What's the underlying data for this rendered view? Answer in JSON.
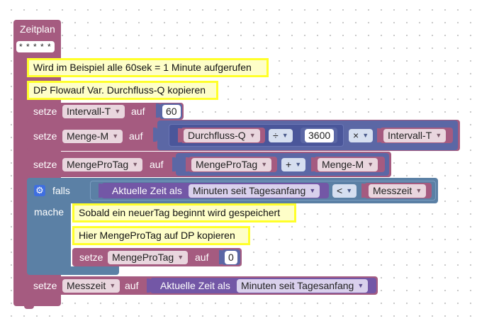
{
  "program": {
    "title": "Zeitplan",
    "schedule": "* * * * *"
  },
  "comments": {
    "c1": "Wird im Beispiel alle 60sek = 1 Minute aufgerufen",
    "c2": "DP Flowauf Var. Durchfluss-Q kopieren",
    "c3": "Sobald ein neuerTag beginnt wird gespeichert",
    "c4": "Hier MengeProTag auf DP kopieren"
  },
  "statements": {
    "s1": {
      "set_label": "setze",
      "var": "Intervall-T",
      "to_label": "auf",
      "value": "60"
    },
    "s2": {
      "set_label": "setze",
      "var": "Menge-M",
      "to_label": "auf",
      "left_var": "Durchfluss-Q",
      "div_op": "÷",
      "divisor": "3600",
      "mul_op": "×",
      "right_var": "Intervall-T"
    },
    "s3": {
      "set_label": "setze",
      "var": "MengeProTag",
      "to_label": "auf",
      "left_var": "MengeProTag",
      "op": "+",
      "right_var": "Menge-M"
    },
    "s4": {
      "if_label": "falls",
      "do_label": "mache",
      "time_label": "Aktuelle Zeit als",
      "time_unit": "Minuten seit Tagesanfang",
      "op": "<",
      "compare_var": "Messzeit"
    },
    "s4_inner": {
      "set_label": "setze",
      "var": "MengeProTag",
      "to_label": "auf",
      "value": "0"
    },
    "s5": {
      "set_label": "setze",
      "var": "Messzeit",
      "to_label": "auf",
      "time_label": "Aktuelle Zeit als",
      "time_unit": "Minuten seit Tagesanfang"
    }
  },
  "colors": {
    "variable_block": "#a55b80",
    "math_block": "#5b67a5",
    "logic_block": "#5b80a5",
    "time_block": "#7357a6",
    "comment_border": "#ffff2a",
    "comment_fill": "#fefec8"
  },
  "icons": {
    "gear": "gear-icon",
    "dropdown": "dropdown-arrow-icon"
  }
}
